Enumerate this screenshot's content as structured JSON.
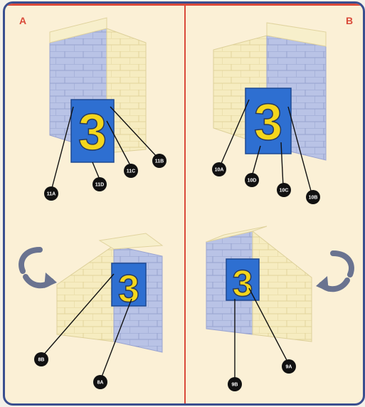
{
  "panels": {
    "a": {
      "label": "A"
    },
    "b": {
      "label": "B"
    }
  },
  "digits": {
    "top_left": "3",
    "top_right": "3",
    "bottom_left": "3",
    "bottom_right": "3"
  },
  "callouts": {
    "top_left": [
      "11A",
      "11D",
      "11C",
      "11B"
    ],
    "top_right": [
      "10A",
      "10D",
      "10C",
      "10B"
    ],
    "bottom_left": [
      "8B",
      "8A"
    ],
    "bottom_right": [
      "9B",
      "9A"
    ]
  },
  "colors": {
    "border": "#3a4f8f",
    "divider": "#d94a3a",
    "panel_bg": "#fbf0d6",
    "brick_blue": "#b9c3e6",
    "brick_yellow": "#f6ecc0",
    "plate_blue": "#2e6fd1",
    "digit_yellow": "#f4d61c"
  },
  "icons": [
    "rotate-arrow-icon",
    "rotate-arrow-icon"
  ]
}
